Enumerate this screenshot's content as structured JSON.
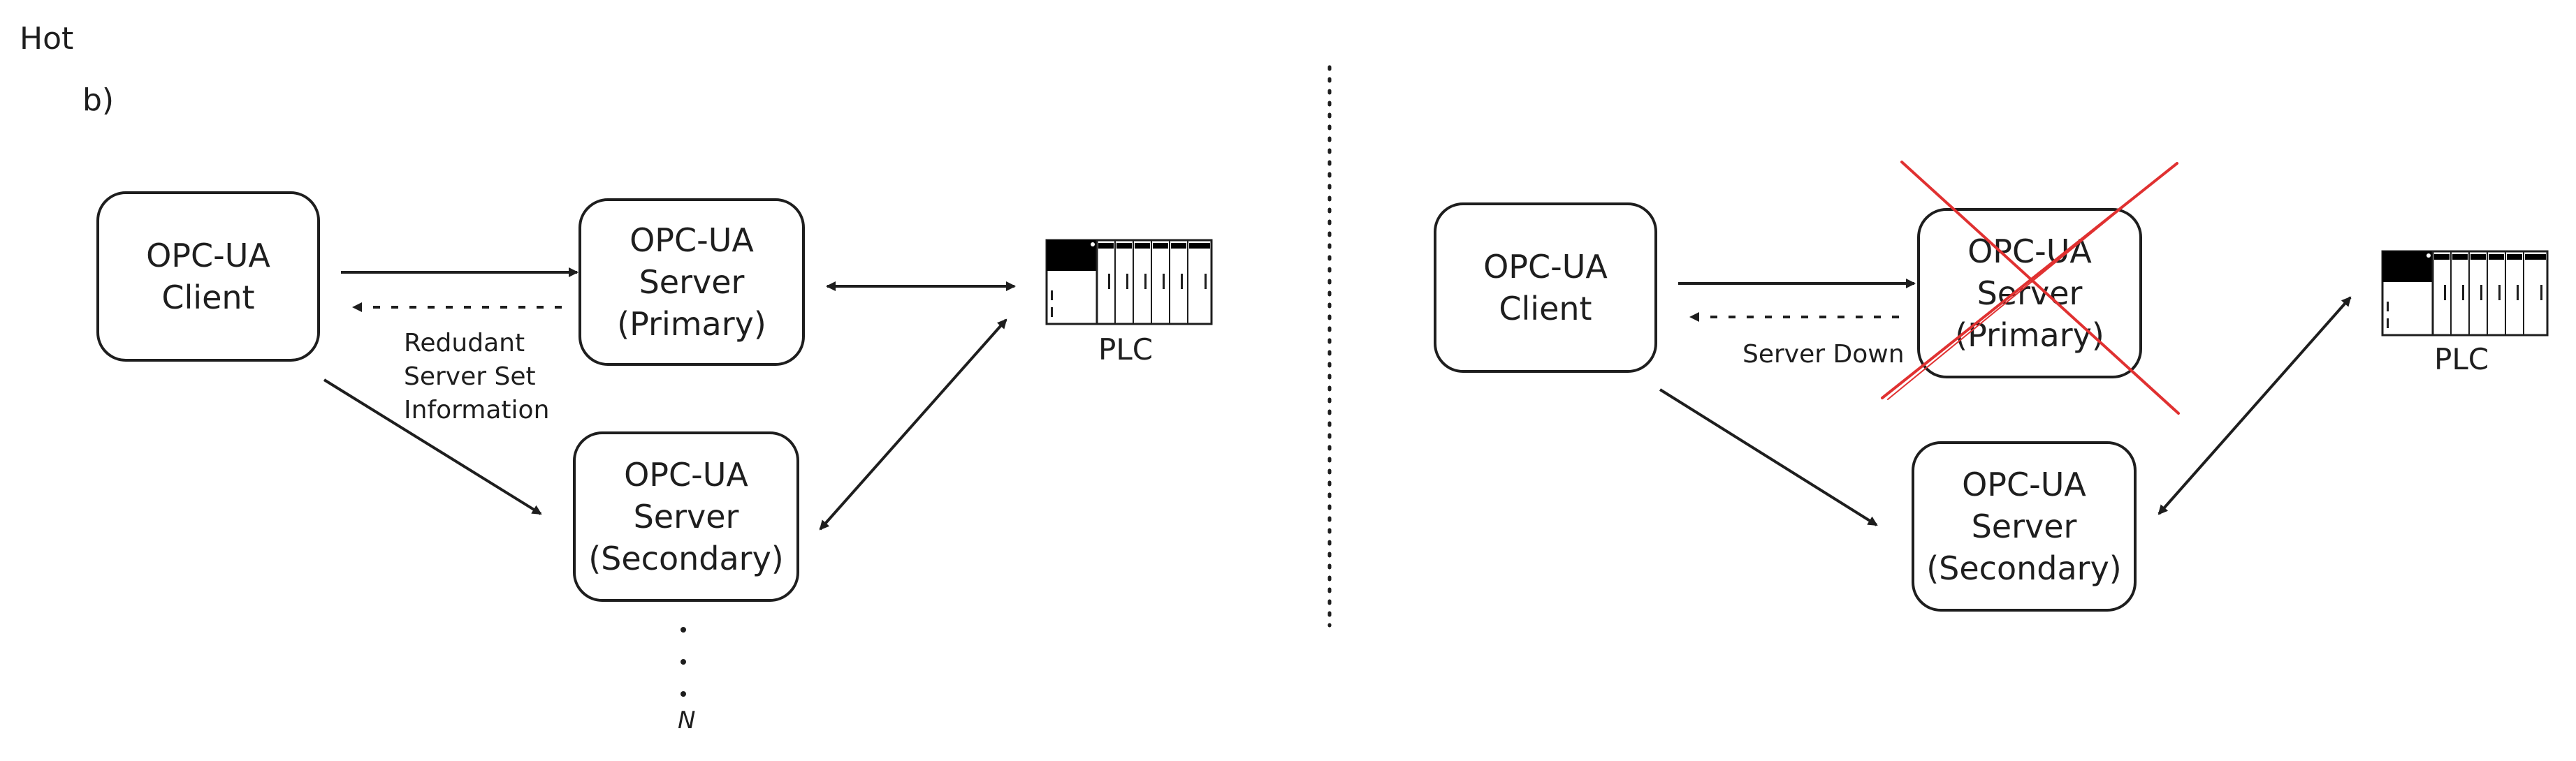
{
  "title": "Hot",
  "sub_label": "b)",
  "left": {
    "client": {
      "line1": "OPC-UA",
      "line2": "Client"
    },
    "primary": {
      "line1": "OPC-UA",
      "line2": "Server",
      "line3": "(Primary)"
    },
    "secondary": {
      "line1": "OPC-UA",
      "line2": "Server",
      "line3": "(Secondary)"
    },
    "info": {
      "line1": "Redudant",
      "line2": "Server Set",
      "line3": "Information"
    },
    "n_label": "N",
    "plc_label": "PLC"
  },
  "right": {
    "client": {
      "line1": "OPC-UA",
      "line2": "Client"
    },
    "primary": {
      "line1": "OPC-UA",
      "line2": "Server",
      "line3": "(Primary)"
    },
    "secondary": {
      "line1": "OPC-UA",
      "line2": "Server",
      "line3": "(Secondary)"
    },
    "status": "Server Down",
    "plc_label": "PLC"
  },
  "colors": {
    "stroke": "#1e1e1e",
    "cross": "#e03131"
  },
  "icons": [
    "plc-icon",
    "cross-icon"
  ]
}
